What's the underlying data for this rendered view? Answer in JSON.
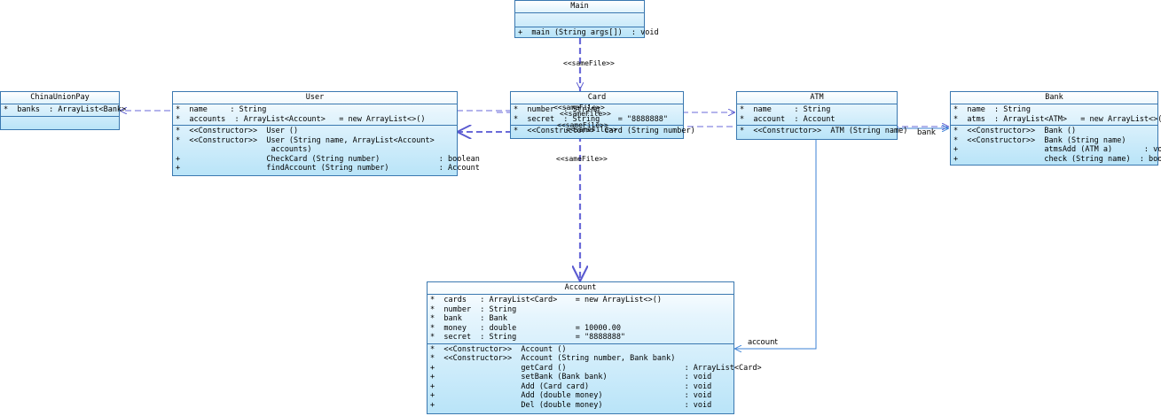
{
  "classes": {
    "main": {
      "name": "Main",
      "attributes": [],
      "operations": [
        "+  main (String args[])  : void"
      ]
    },
    "chinaunionpay": {
      "name": "ChinaUnionPay",
      "attributes": [
        "*  banks  : ArrayList<Bank>"
      ],
      "operations": []
    },
    "user": {
      "name": "User",
      "attributes": [
        "*  name     : String",
        "*  accounts  : ArrayList<Account>   = new ArrayList<>()"
      ],
      "operations": [
        "*  <<Constructor>>  User ()",
        "*  <<Constructor>>  User (String name, ArrayList<Account>",
        "                     accounts)",
        "+                   CheckCard (String number)             : boolean",
        "+                   findAccount (String number)           : Account"
      ]
    },
    "card": {
      "name": "Card",
      "attributes": [
        "*  number  : String",
        "*  secret  : String    = \"8888888\""
      ],
      "operations": [
        "*  <<Constructor>>  Card (String number)"
      ]
    },
    "atm": {
      "name": "ATM",
      "attributes": [
        "*  name     : String",
        "*  account  : Account"
      ],
      "operations": [
        "*  <<Constructor>>  ATM (String name)"
      ]
    },
    "bank": {
      "name": "Bank",
      "attributes": [
        "*  name  : String",
        "*  atms  : ArrayList<ATM>   = new ArrayList<>()"
      ],
      "operations": [
        "*  <<Constructor>>  Bank ()",
        "*  <<Constructor>>  Bank (String name)",
        "+                   atmsAdd (ATM a)       : void",
        "+                   check (String name)  : boolean"
      ]
    },
    "account": {
      "name": "Account",
      "attributes": [
        "*  cards   : ArrayList<Card>    = new ArrayList<>()",
        "*  number  : String",
        "*  bank    : Bank",
        "*  money   : double             = 10000.00",
        "*  secret  : String             = \"8888888\""
      ],
      "operations": [
        "*  <<Constructor>>  Account ()",
        "*  <<Constructor>>  Account (String number, Bank bank)",
        "+                   getCard ()                          : ArrayList<Card>",
        "+                   setBank (Bank bank)                 : void",
        "+                   Add (Card card)                     : void",
        "+                   Add (double money)                  : void",
        "+                   Del (double money)                  : void"
      ]
    }
  },
  "stereotypes": {
    "s1": "<<sameFile>>",
    "s2": "<<sameFile>>",
    "s3": "<<sameFile>>",
    "s4": "<<sameFile>>",
    "s5": "<<sameFile>>",
    "s6": "<<sameFile>>"
  },
  "roles": {
    "bank": "bank",
    "account": "account"
  },
  "colors": {
    "border": "#3a78b0",
    "dependency": "#6a6ad8",
    "association": "#3b82d6"
  }
}
